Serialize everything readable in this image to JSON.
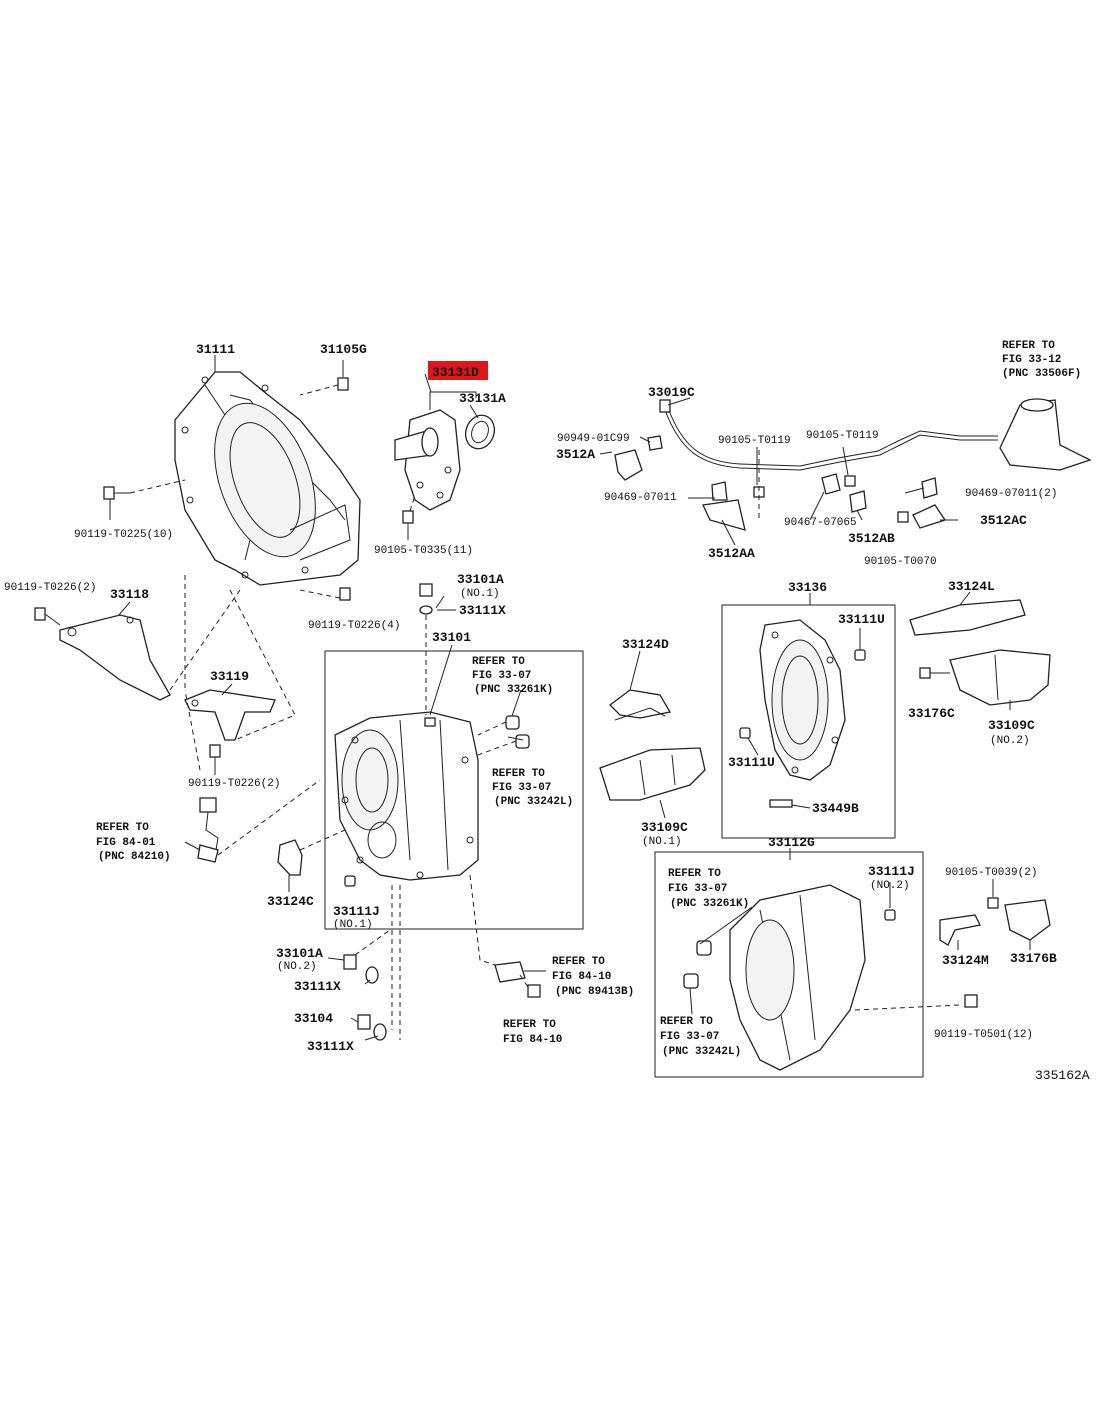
{
  "diagram_id": "335162A",
  "highlight_color": "#e0161b",
  "labels": {
    "p31111": "31111",
    "p31105g": "31105G",
    "p33131d": "33131D",
    "p33131a": "33131A",
    "p90119_t0225": "90119-T0225(10)",
    "p90105_t0335": "90105-T0335(11)",
    "p90119_t0226_a": "90119-T0226(2)",
    "p33118": "33118",
    "p90119_t0226_b": "90119-T0226(4)",
    "p33119": "33119",
    "p90119_t0226_c": "90119-T0226(2)",
    "p33101a_top": "33101A",
    "p33101a_top_no": "(NO.1)",
    "p33111x_top": "33111X",
    "p33101": "33101",
    "p33124c": "33124C",
    "p33111j_left": "33111J",
    "p33111j_left_no": "(NO.1)",
    "p33101a_bot": "33101A",
    "p33101a_bot_no": "(NO.2)",
    "p33111x_mid": "33111X",
    "p33104": "33104",
    "p33111x_bot": "33111X",
    "p33019c": "33019C",
    "p90949": "90949-01C99",
    "p3512a": "3512A",
    "p90105_t0119_a": "90105-T0119",
    "p90105_t0119_b": "90105-T0119",
    "p90469_07011_a": "90469-07011",
    "p90469_07011_b": "90469-07011(2)",
    "p90467": "90467-07065",
    "p3512ab": "3512AB",
    "p3512ac": "3512AC",
    "p3512aa": "3512AA",
    "p90105_t0070": "90105-T0070",
    "p33124d": "33124D",
    "p33109c_left": "33109C",
    "p33109c_left_no": "(NO.1)",
    "p33136": "33136",
    "p33111u_a": "33111U",
    "p33111u_b": "33111U",
    "p33449b": "33449B",
    "p33124l": "33124L",
    "p33176c": "33176C",
    "p33109c_right": "33109C",
    "p33109c_right_no": "(NO.2)",
    "p33112g": "33112G",
    "p33111j_right": "33111J",
    "p33111j_right_no": "(NO.2)",
    "p90105_t0039": "90105-T0039(2)",
    "p33124m": "33124M",
    "p33176b": "33176B",
    "p90119_t0501": "90119-T0501(12)"
  },
  "references": {
    "fig33_12": [
      "REFER TO",
      "FIG 33-12",
      "(PNC 33506F)"
    ],
    "fig33_07_a": [
      "REFER TO",
      "FIG 33-07",
      "(PNC 33261K)"
    ],
    "fig33_07_b": [
      "REFER TO",
      "FIG 33-07",
      "(PNC 33242L)"
    ],
    "fig84_01": [
      "REFER TO",
      "FIG 84-01",
      "(PNC 84210)"
    ],
    "fig84_10_a": [
      "REFER TO",
      "FIG 84-10",
      "(PNC 89413B)"
    ],
    "fig84_10_b": [
      "REFER TO",
      "FIG 84-10"
    ],
    "fig33_07_c": [
      "REFER TO",
      "FIG 33-07",
      "(PNC 33261K)"
    ],
    "fig33_07_d": [
      "REFER TO",
      "FIG 33-07",
      "(PNC 33242L)"
    ]
  }
}
